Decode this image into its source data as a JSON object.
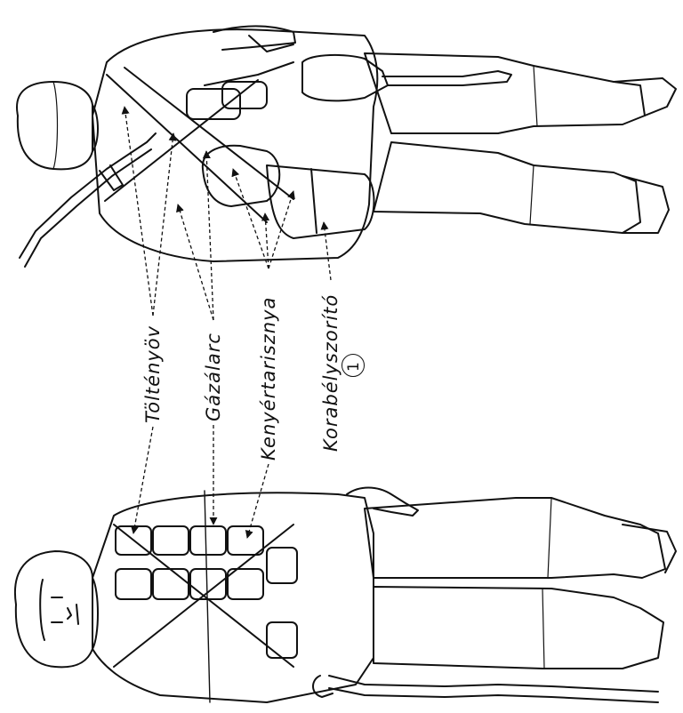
{
  "labels": {
    "cartridge_belt": "Töltényöv",
    "gas_mask": "Gázálarc",
    "bread_bag": "Kenyértarisznya",
    "collar_clamp": "Korabélyszorító"
  },
  "figure_number": "1"
}
